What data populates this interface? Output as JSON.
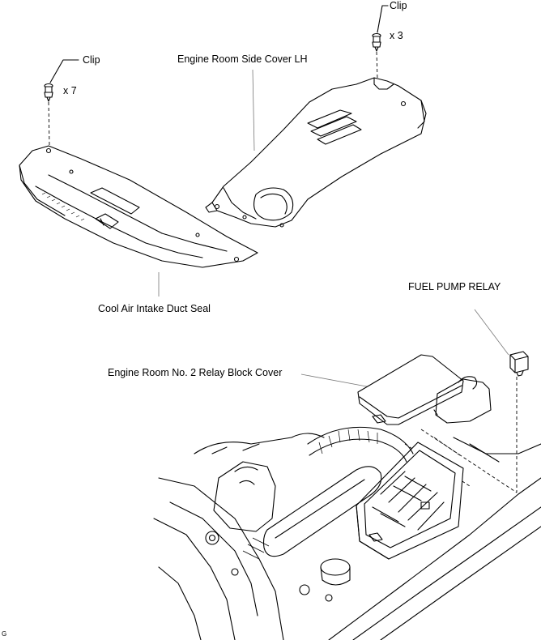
{
  "labels": {
    "clip_top": "Clip",
    "qty_3": "x 3",
    "clip_left": "Clip",
    "qty_7": "x 7",
    "side_cover": "Engine Room Side Cover LH",
    "intake_seal": "Cool Air Intake Duct Seal",
    "fuel_pump_relay": "FUEL PUMP RELAY",
    "relay_block_cover": "Engine Room No. 2 Relay Block Cover",
    "corner_mark": "G"
  }
}
